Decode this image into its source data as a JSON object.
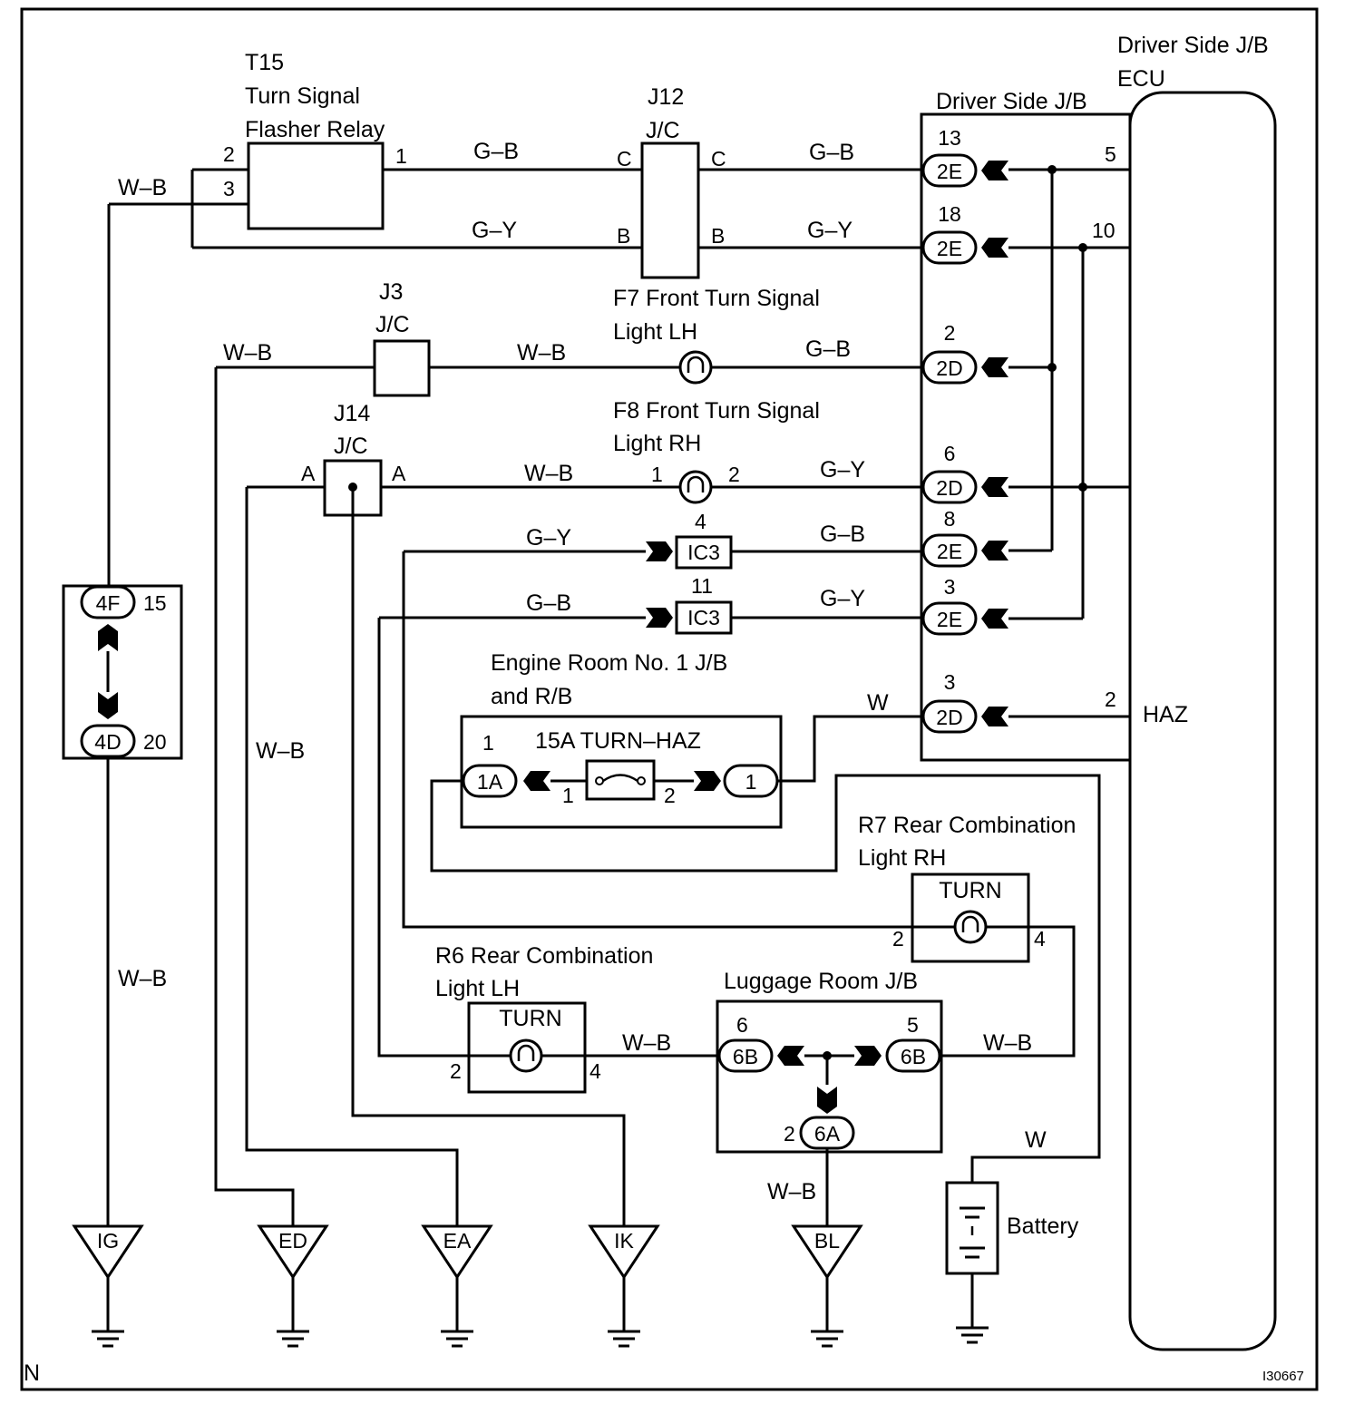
{
  "corner_code": "N",
  "figure_id": "I30667",
  "components": {
    "t15": {
      "code": "T15",
      "line1": "Turn Signal",
      "line2": "Flasher Relay",
      "pin2": "2",
      "pin3": "3",
      "pin1": "1"
    },
    "j12": {
      "code": "J12",
      "type": "J/C",
      "pinC_left": "C",
      "pinC_right": "C",
      "pinB_left": "B",
      "pinB_right": "B"
    },
    "j3": {
      "code": "J3",
      "type": "J/C"
    },
    "j14": {
      "code": "J14",
      "type": "J/C",
      "pinA_left": "A",
      "pinA_right": "A"
    },
    "f7": {
      "line1": "F7 Front Turn Signal",
      "line2": "Light LH"
    },
    "f8": {
      "line1": "F8 Front Turn Signal",
      "line2": "Light RH",
      "pin1": "1",
      "pin2": "2"
    },
    "ic3_upper": {
      "label": "IC3",
      "pin": "4"
    },
    "ic3_lower": {
      "label": "IC3",
      "pin": "11"
    },
    "engine_room": {
      "line1": "Engine Room No. 1 J/B",
      "line2": "and R/B",
      "fuse": "15A TURN–HAZ",
      "conn_left": "1A",
      "conn_right": "1",
      "pin_left_top": "1",
      "pin_fuse_left": "1",
      "pin_fuse_right": "2"
    },
    "r7": {
      "line1": "R7 Rear Combination",
      "line2": "Light RH",
      "inner": "TURN",
      "pin_left": "2",
      "pin_right": "4"
    },
    "r6": {
      "line1": "R6 Rear Combination",
      "line2": "Light LH",
      "inner": "TURN",
      "pin_left": "2",
      "pin_right": "4"
    },
    "luggage": {
      "title": "Luggage Room J/B",
      "conn_left": "6B",
      "conn_right": "6B",
      "conn_bottom": "6A",
      "pin_left": "6",
      "pin_right": "5",
      "pin_bottom": "2"
    },
    "driver_jb": {
      "title": "Driver Side J/B"
    },
    "ecu": {
      "line1": "Driver Side J/B",
      "line2": "ECU",
      "pin5": "5",
      "pin10": "10",
      "pin2": "2",
      "haz": "HAZ"
    },
    "battery": {
      "label": "Battery"
    },
    "left_conn": {
      "top": "4F",
      "top_pin": "15",
      "bottom": "4D",
      "bottom_pin": "20"
    }
  },
  "driver_connectors": [
    {
      "id": "2E",
      "pin": "13"
    },
    {
      "id": "2E",
      "pin": "18"
    },
    {
      "id": "2D",
      "pin": "2"
    },
    {
      "id": "2D",
      "pin": "6"
    },
    {
      "id": "2E",
      "pin": "8"
    },
    {
      "id": "2E",
      "pin": "3"
    },
    {
      "id": "2D",
      "pin": "3"
    }
  ],
  "wire_colors": {
    "t15_to_j12": "G–B",
    "j12_to_jb_top": "G–B",
    "t15_bottom_to_j12": "G–Y",
    "j12_to_jb_second": "G–Y",
    "relay_ground": "W–B",
    "j3_left": "W–B",
    "j3_to_f7": "W–B",
    "f7_to_jb": "G–B",
    "j14_to_f8": "W–B",
    "f8_to_jb": "G–Y",
    "ic3u_in": "G–Y",
    "ic3u_out": "G–B",
    "ic3l_in": "G–B",
    "ic3l_out": "G–Y",
    "haz_w": "W",
    "ed_drop": "W–B",
    "ig_drop": "W–B",
    "r6_to_lug": "W–B",
    "lug_to_r7": "W–B",
    "lug_to_bl": "W–B",
    "battery_w": "W"
  },
  "grounds": [
    "IG",
    "ED",
    "EA",
    "IK",
    "BL"
  ]
}
